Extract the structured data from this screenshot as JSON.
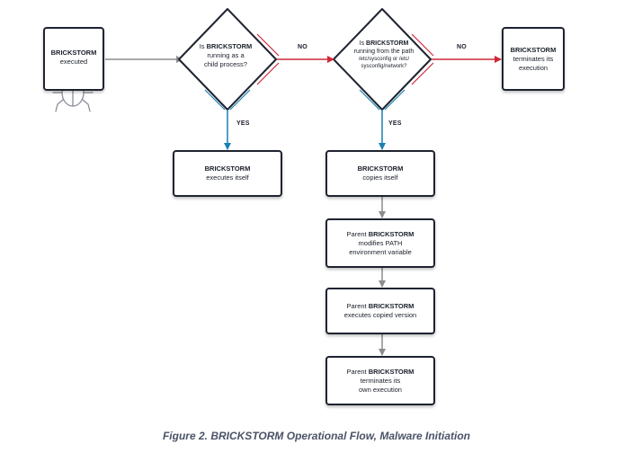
{
  "nodes": {
    "start": {
      "bold": "BRICKSTORM",
      "text": "executed"
    },
    "executes_itself": {
      "bold": "BRICKSTORM",
      "text": "executes itself"
    },
    "copies_itself": {
      "bold": "BRICKSTORM",
      "text": "copies itself"
    },
    "modifies_path": {
      "pre": "Parent ",
      "bold": "BRICKSTORM",
      "text1": "modifies PATH",
      "text2": "environment variable"
    },
    "executes_copy": {
      "pre": "Parent ",
      "bold": "BRICKSTORM",
      "text": "executes copied version"
    },
    "terminates_own": {
      "pre": "Parent ",
      "bold": "BRICKSTORM",
      "text1": "terminates its",
      "text2": "own execution"
    },
    "terminates_self": {
      "bold": "BRICKSTORM",
      "text1": "terminates its",
      "text2": "execution"
    }
  },
  "decisions": {
    "child_process": {
      "pre": "Is ",
      "bold": "BRICKSTORM",
      "text1": "running as a",
      "text2": "child process?"
    },
    "path_check": {
      "pre": "Is ",
      "bold": "BRICKSTORM",
      "text1": "running from the path",
      "path1": "/etc/sysconfig or /etc/",
      "path2": "sysconfig/network?"
    }
  },
  "edge_labels": {
    "no": "NO",
    "yes": "YES"
  },
  "caption": "Figure 2. BRICKSTORM Operational Flow, Malware Initiation",
  "colors": {
    "no_edge": "#d0283a",
    "yes_edge": "#1a7fb0",
    "neutral_edge": "#8c8c8c",
    "border": "#1e2330",
    "caption": "#4a5366"
  },
  "icons": {
    "start": "bug-icon"
  }
}
